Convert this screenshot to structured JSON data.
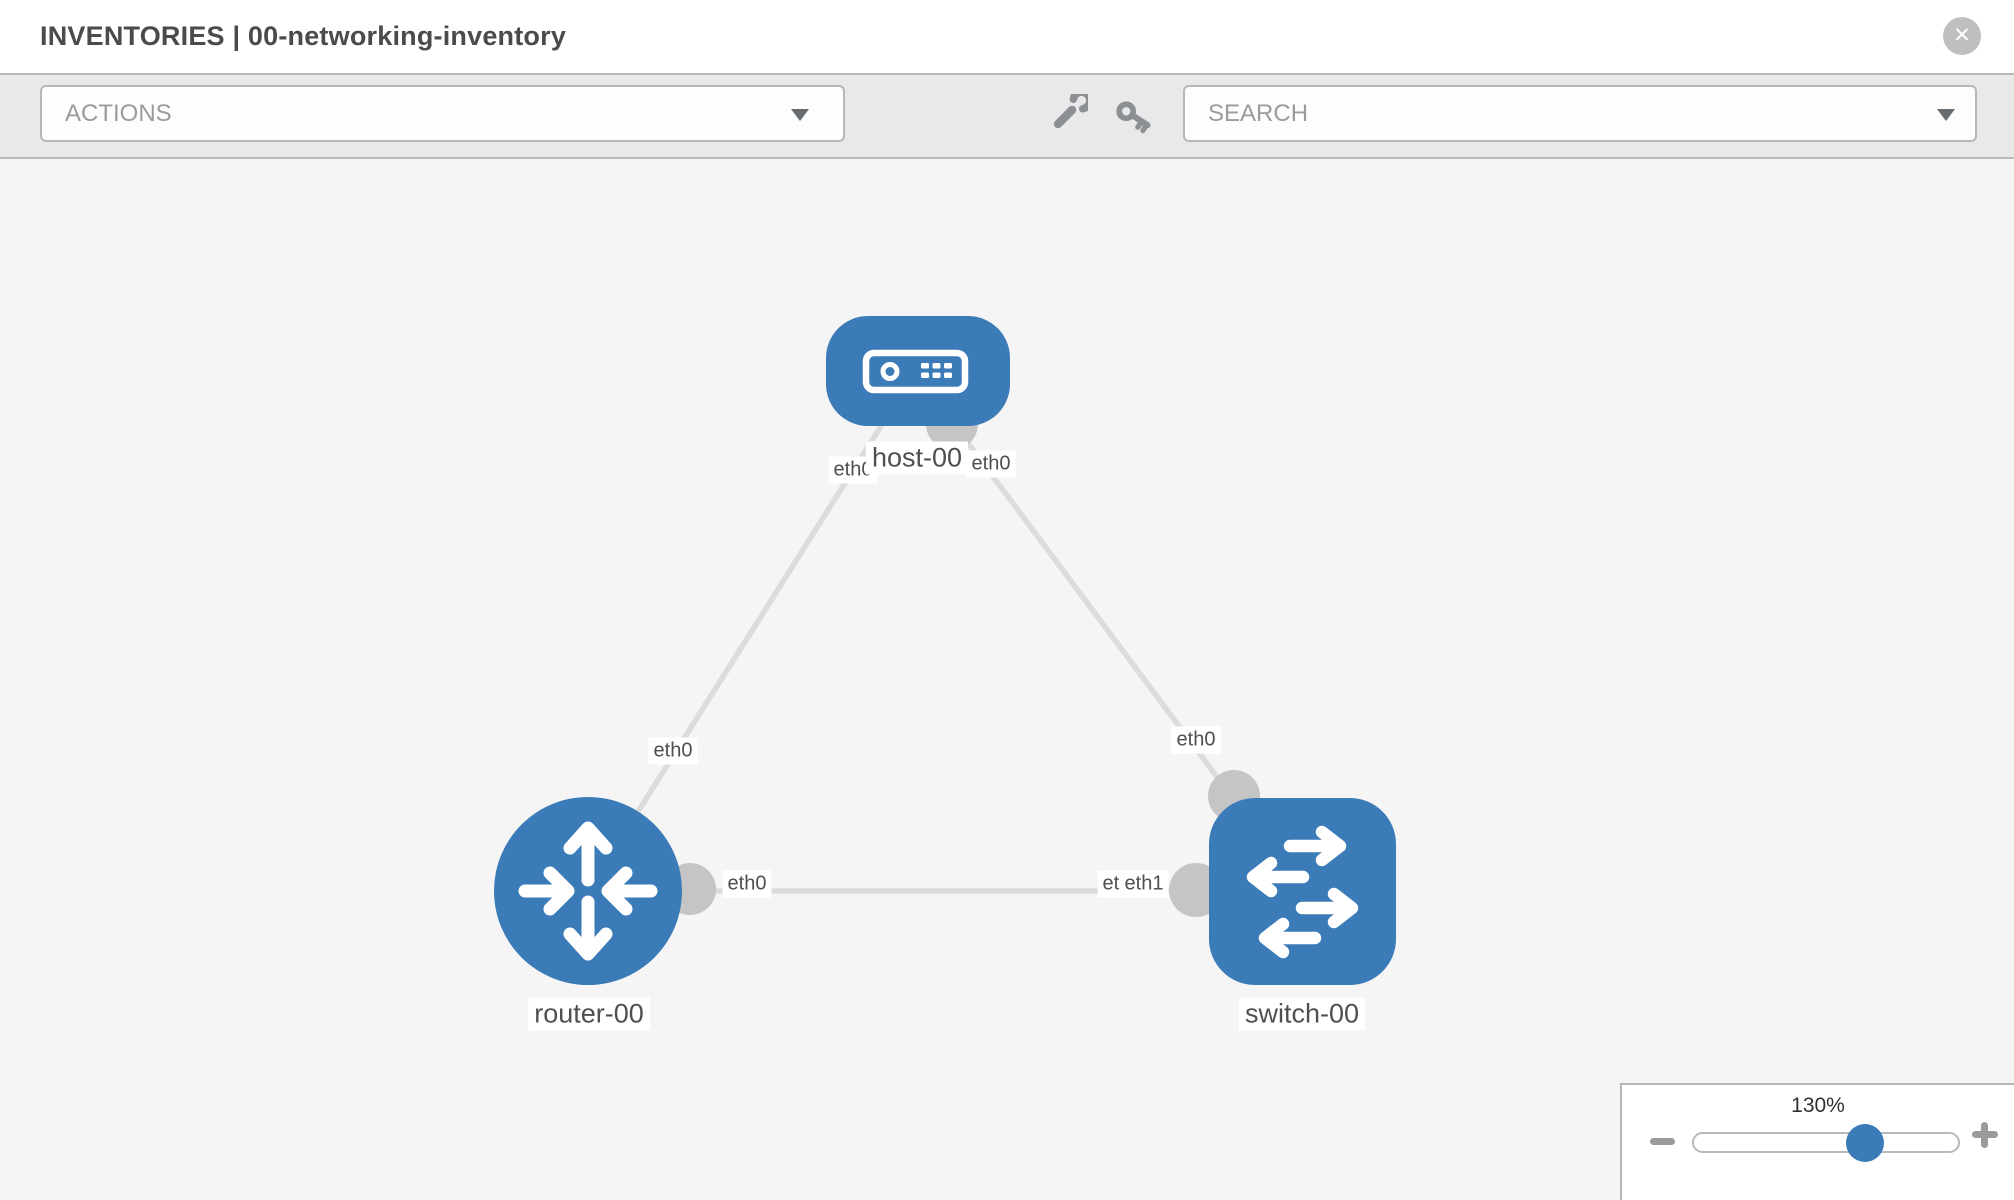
{
  "header": {
    "title": "INVENTORIES | 00-networking-inventory",
    "close_icon": "close-icon"
  },
  "toolbar": {
    "actions_label": "ACTIONS",
    "search_label": "SEARCH",
    "tools": [
      {
        "icon": "wrench-icon"
      },
      {
        "icon": "key-icon"
      }
    ]
  },
  "topology": {
    "nodes": [
      {
        "name": "host-00",
        "type": "host",
        "icon": "server-icon"
      },
      {
        "name": "router-00",
        "type": "router",
        "icon": "router-arrows-icon"
      },
      {
        "name": "switch-00",
        "type": "switch",
        "icon": "switch-arrows-icon"
      }
    ],
    "links": [
      {
        "source": "host-00",
        "source_interface": "eth0",
        "target": "router-00",
        "target_interface": "eth0"
      },
      {
        "source": "host-00",
        "source_interface": "eth0",
        "target": "switch-00",
        "target_interface": "eth0"
      },
      {
        "source": "router-00",
        "source_interface": "eth0",
        "target": "switch-00",
        "target_interface": "eth1",
        "target_interface_hidden": "eth0"
      }
    ]
  },
  "zoom_control": {
    "level": "130%",
    "minus_icon": "zoom-out-icon",
    "plus_icon": "zoom-in-icon",
    "slider_percent": 67
  },
  "colors": {
    "node_fill": "#3b7bb8",
    "connector": "#c5c5c5",
    "link": "#dcdcdc",
    "toolbar_bg": "#e9e9e9",
    "canvas_bg": "#f5f5f6",
    "label_text": "#4f4f4f",
    "slider_thumb": "#3b7bb8"
  }
}
